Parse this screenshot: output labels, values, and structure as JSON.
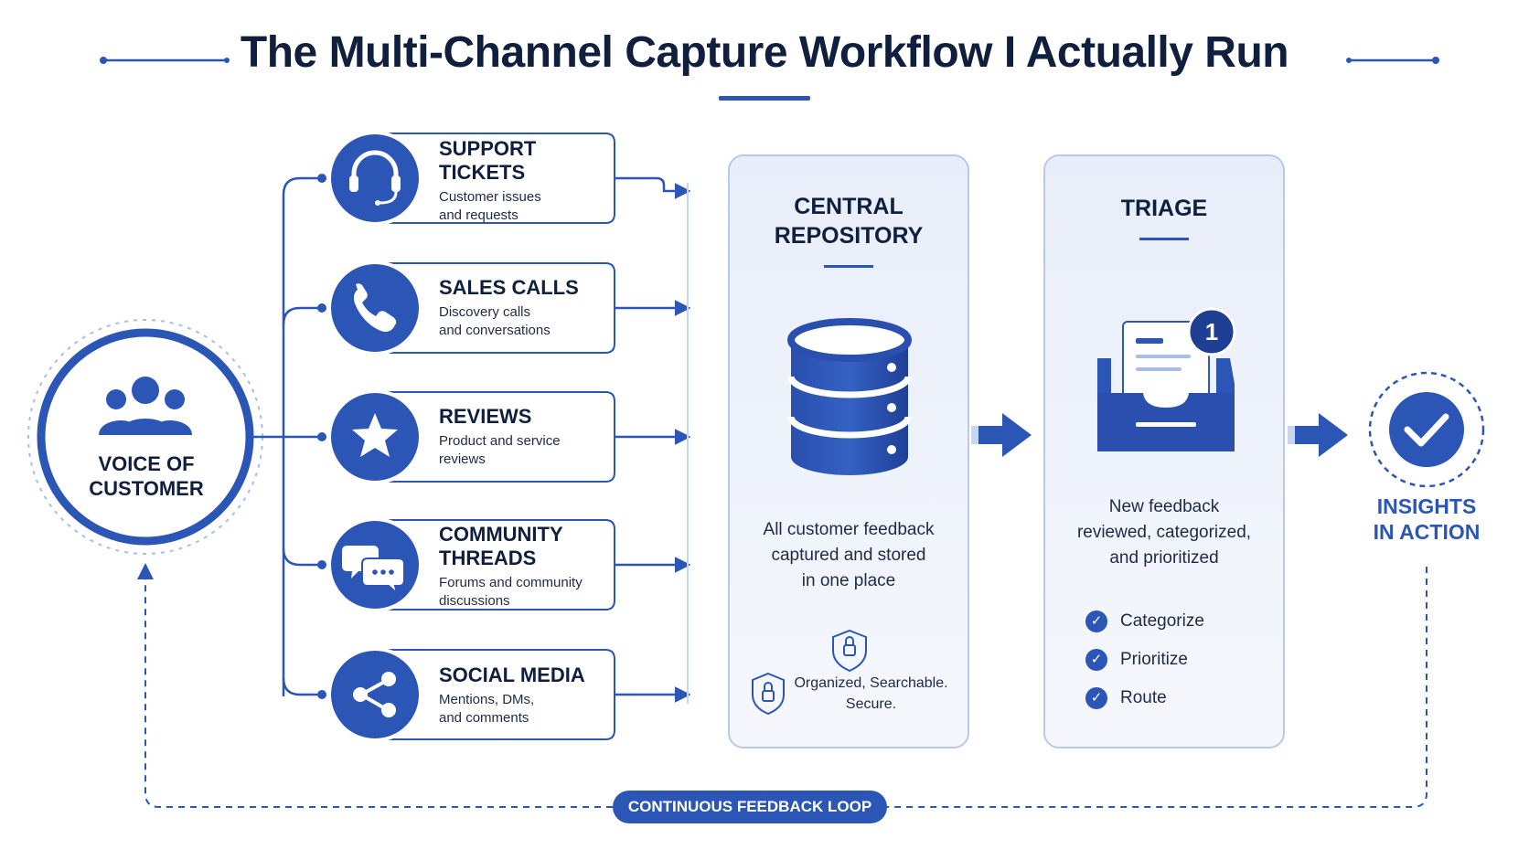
{
  "title": "The Multi-Channel Capture Workflow I Actually Run",
  "source": {
    "label_line1": "VOICE OF",
    "label_line2": "CUSTOMER",
    "icon": "people-group-icon"
  },
  "channels": [
    {
      "title_line1": "SUPPORT",
      "title_line2": "TICKETS",
      "desc_line1": "Customer issues",
      "desc_line2": "and requests",
      "icon": "headset-icon"
    },
    {
      "title_line1": "SALES CALLS",
      "title_line2": "",
      "desc_line1": "Discovery calls",
      "desc_line2": "and conversations",
      "icon": "phone-icon"
    },
    {
      "title_line1": "REVIEWS",
      "title_line2": "",
      "desc_line1": "Product and service",
      "desc_line2": "reviews",
      "icon": "star-icon"
    },
    {
      "title_line1": "COMMUNITY",
      "title_line2": "THREADS",
      "desc_line1": "Forums and community",
      "desc_line2": "discussions",
      "icon": "chat-bubbles-icon"
    },
    {
      "title_line1": "SOCIAL MEDIA",
      "title_line2": "",
      "desc_line1": "Mentions, DMs,",
      "desc_line2": "and comments",
      "icon": "share-icon"
    }
  ],
  "repository": {
    "title_line1": "CENTRAL",
    "title_line2": "REPOSITORY",
    "desc_line1": "All customer feedback",
    "desc_line2": "captured and stored",
    "desc_line3": "in one place",
    "foot_line1": "Organized, Searchable.",
    "foot_line2": "Secure.",
    "icon": "database-icon"
  },
  "triage": {
    "title": "TRIAGE",
    "badge_count": "1",
    "desc_line1": "New feedback",
    "desc_line2": "reviewed, categorized,",
    "desc_line3": "and prioritized",
    "items": [
      "Categorize",
      "Prioritize",
      "Route"
    ],
    "icon": "inbox-icon"
  },
  "outcome": {
    "label_line1": "INSIGHTS",
    "label_line2": "IN ACTION",
    "icon": "checkmark-icon"
  },
  "loop_label": "CONTINUOUS FEEDBACK LOOP",
  "colors": {
    "primary": "#2c56b5",
    "dark_text": "#0f1f3d",
    "panel_bg": "#eef2fa",
    "panel_border": "#b9c9ea"
  }
}
